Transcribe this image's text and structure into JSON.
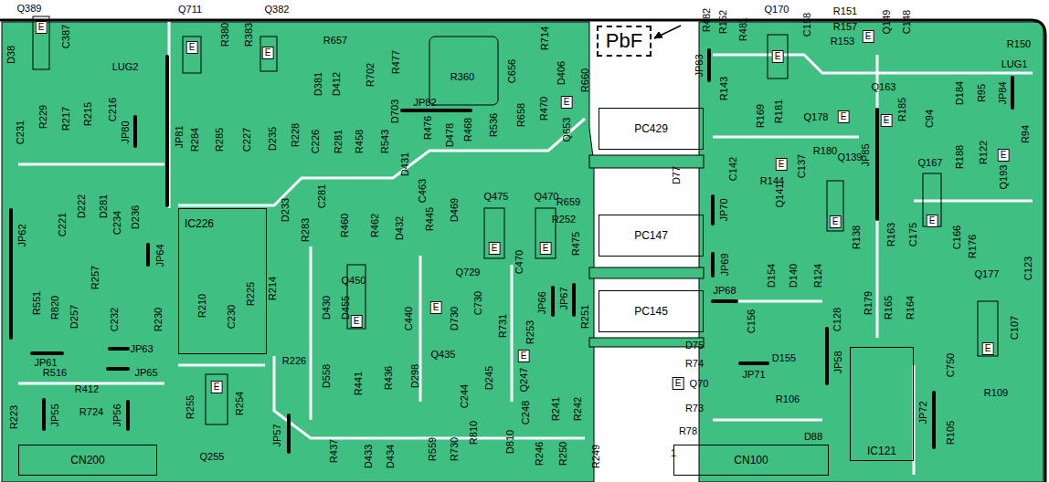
{
  "diagram": {
    "nodes": [
      {
        "text": [
          "PbF"
        ]
      },
      {
        "text": [
          "PC429"
        ]
      },
      {
        "text": [
          "IC226"
        ]
      },
      {
        "text": [
          "PC147"
        ]
      },
      {
        "text": [
          "PC145"
        ]
      },
      {
        "text": [
          "IC121"
        ]
      },
      {
        "text": [
          "CN200"
        ]
      },
      {
        "text": [
          "CN100"
        ]
      }
    ],
    "labels": [
      "Q389",
      "E",
      "D38",
      "C387",
      "LUG2",
      "Q711",
      "E",
      "R380",
      "R383",
      "Q382",
      "E",
      "R657",
      "D381",
      "D412",
      "R702",
      "R477",
      "R360",
      "C656",
      "R714",
      "D406",
      "JP82",
      "D703",
      "R476",
      "D478",
      "R468",
      "R536",
      "R470",
      "R658",
      "E",
      "Q653",
      "R660",
      "C231",
      "R229",
      "R217",
      "R215",
      "C216",
      "JP80",
      "JP81",
      "R284",
      "R285",
      "C227",
      "D235",
      "R228",
      "C226",
      "R281",
      "R458",
      "R543",
      "D431",
      "C463",
      "R445",
      "D469",
      "Q475",
      "Q470",
      "E",
      "E",
      "C470",
      "R475",
      "R659",
      "R252",
      "R462",
      "R460",
      "C281",
      "R283",
      "D233",
      "D432",
      "C221",
      "D222",
      "D281",
      "C234",
      "D236",
      "JP62",
      "JP64",
      "R551",
      "R820",
      "D257",
      "R257",
      "C232",
      "R230",
      "JP61",
      "JP63",
      "JP65",
      "R516",
      "R412",
      "R724",
      "JP55",
      "JP56",
      "R223",
      "R214",
      "R225",
      "R210",
      "C230",
      "R226",
      "E",
      "R255",
      "R254",
      "Q255",
      "JP57",
      "Q450",
      "E",
      "D430",
      "D455",
      "C440",
      "D730",
      "Q729",
      "E",
      "C730",
      "R731",
      "R253",
      "JP66",
      "JP67",
      "R251",
      "Q435",
      "D558",
      "R441",
      "R436",
      "D298",
      "C244",
      "D245",
      "E",
      "Q247",
      "C248",
      "R241",
      "R242",
      "R437",
      "D433",
      "D434",
      "R559",
      "R730",
      "R810",
      "D810",
      "R246",
      "R250",
      "R249",
      "D77",
      "R482",
      "R152",
      "R481",
      "Q170",
      "E",
      "C158",
      "R151",
      "R157",
      "R153",
      "E",
      "Q149",
      "C148",
      "R150",
      "LUG1",
      "JP83",
      "R143",
      "R169",
      "R181",
      "Q178",
      "E",
      "R180",
      "Q163",
      "R185",
      "E",
      "C94",
      "D184",
      "R95",
      "JP84",
      "R94",
      "R144",
      "C142",
      "E",
      "C137",
      "Q141",
      "Q139",
      "E",
      "JP85",
      "Q167",
      "R188",
      "R122",
      "E",
      "Q193",
      "JP70",
      "R138",
      "R163",
      "C175",
      "E",
      "C166",
      "R176",
      "C123",
      "JP69",
      "JP68",
      "D154",
      "D140",
      "R124",
      "C156",
      "C128",
      "R179",
      "R165",
      "R164",
      "Q177",
      "E",
      "C107",
      "D155",
      "D75",
      "R74",
      "JP71",
      "JP58",
      "E",
      "Q70",
      "R106",
      "R73",
      "R78",
      "D88",
      "C750",
      "R109",
      "R105",
      "JP72",
      "1"
    ]
  }
}
